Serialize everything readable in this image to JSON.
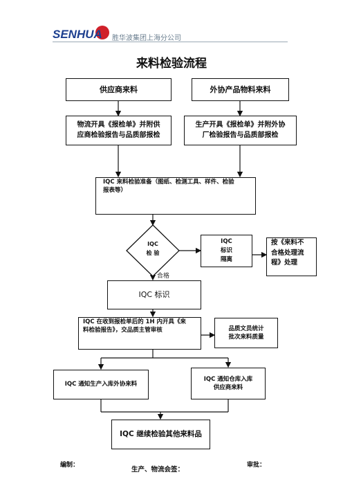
{
  "header": {
    "company_name": "胜华波集团上海分公司",
    "logo_text": "SENHUA"
  },
  "title": "来料检验流程",
  "boxes": {
    "supplier": "供应商来料",
    "outsource": "外协产品物料来料",
    "logistics_line1": "物流开具《报检单》并附供",
    "logistics_line2": "应商检验报告与品质部报检",
    "production_line1": "生产开具《报检单》并附外协",
    "production_line2": "厂检验报告与品质部报检",
    "prep_line1": "IQC 来料检验准备（图纸、检测工具、样件、检验",
    "prep_line2": "报表等）",
    "iqc_mark_isolate_line1": "IQC",
    "iqc_mark_isolate_line2": "标识",
    "iqc_mark_isolate_line3": "隔离",
    "nonconform_line1": "按《来料不",
    "nonconform_line2": "合格处理流",
    "nonconform_line3": "程》处理",
    "iqc_mark": "IQC 标识",
    "report_line1": "IQC 在收到报检单后的 1H 内开具《来",
    "report_line2": "料检验报告》，交品质主管审核",
    "stats_line1": "品质文员统计",
    "stats_line2": "批次来料质量",
    "notify_production": "IQC 通知生产入库外协来料",
    "notify_warehouse_line1": "IQC 通知仓库入库",
    "notify_warehouse_line2": "供应商来料",
    "continue": "IQC 继续检验其他来料品"
  },
  "decision": {
    "line1": "IQC",
    "line2": "检  验",
    "pass_label": "合格"
  },
  "footer": {
    "editor": "编制：",
    "sign": "生产、物流会签：",
    "approve": "审批："
  },
  "colors": {
    "line": "#111111",
    "logo_blue": "#1d3f8f",
    "logo_red": "#d0202a"
  }
}
